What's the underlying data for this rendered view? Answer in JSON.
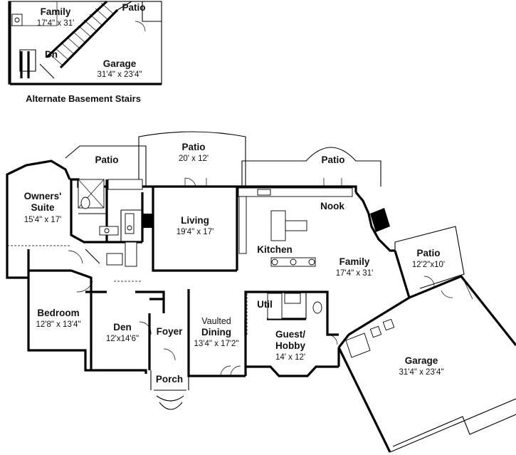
{
  "inset": {
    "caption": "Alternate Basement Stairs",
    "rooms": {
      "family": {
        "name": "Family",
        "dim": "17'4\" x 31'"
      },
      "patio": {
        "name": "Patio"
      },
      "garage": {
        "name": "Garage",
        "dim": "31'4\" x 23'4\""
      },
      "stairs": {
        "name": "Dn"
      }
    }
  },
  "rooms": {
    "patio_left": {
      "name": "Patio"
    },
    "patio_center": {
      "name": "Patio",
      "dim": "20' x 12'"
    },
    "patio_right": {
      "name": "Patio"
    },
    "owners_suite": {
      "name1": "Owners'",
      "name2": "Suite",
      "dim": "15'4\" x 17'"
    },
    "living": {
      "name": "Living",
      "dim": "19'4\" x 17'"
    },
    "nook": {
      "name": "Nook"
    },
    "kitchen": {
      "name": "Kitchen"
    },
    "family": {
      "name": "Family",
      "dim": "17'4\" x 31'"
    },
    "patio_side": {
      "name": "Patio",
      "dim": "12'2\"x10'"
    },
    "bedroom": {
      "name": "Bedroom",
      "dim": "12'8\" x 13'4\""
    },
    "den": {
      "name": "Den",
      "dim": "12'x14'6\""
    },
    "foyer": {
      "name": "Foyer"
    },
    "dining": {
      "name1": "Vaulted",
      "name2": "Dining",
      "dim": "13'4\" x 17'2\""
    },
    "util": {
      "name": "Util"
    },
    "guest": {
      "name1": "Guest/",
      "name2": "Hobby",
      "dim": "14' x 12'"
    },
    "garage": {
      "name": "Garage",
      "dim": "31'4\" x 23'4\""
    },
    "porch": {
      "name": "Porch"
    }
  }
}
